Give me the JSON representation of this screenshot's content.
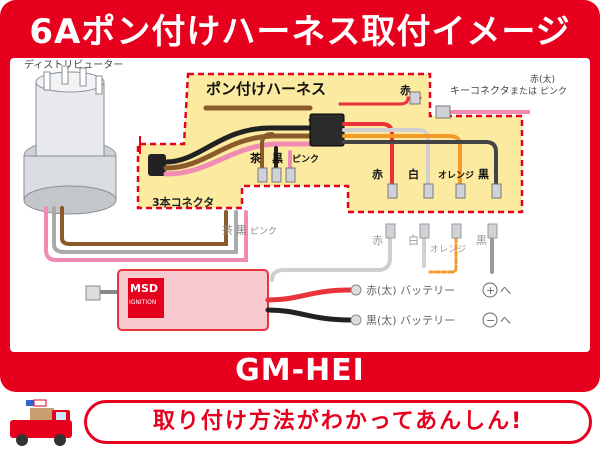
{
  "header": {
    "title": "6Aポン付けハーネス取付イメージ"
  },
  "diagram": {
    "distributor_label": "ディストリビューター",
    "harness_label": "ポン付けハーネス",
    "red_wire_label": "赤",
    "key_connector_label": "キーコネクタ",
    "key_wire_label_1": "赤(太)",
    "key_wire_label_2": "または",
    "key_wire_label_3": "ピンク",
    "connector3_label": "3本コネクタ",
    "harness_wires": [
      "茶",
      "黒",
      "ピンク"
    ],
    "dist_wires": [
      "茶",
      "黒",
      "ピンク"
    ],
    "right_wires": [
      "赤",
      "白",
      "オレンジ",
      "黒"
    ],
    "box_wires": [
      "赤",
      "白",
      "オレンジ",
      "黒"
    ],
    "msd_logo": "MSD",
    "msd_sub": "IGNITION",
    "battery_plus_label": "赤(太) バッテリー",
    "battery_minus_label": "黒(太) バッテリー",
    "plus_symbol": "+",
    "minus_symbol": "−",
    "arrow_label": "へ"
  },
  "footer": {
    "model": "GM-HEI",
    "slogan": "取り付け方法がわかってあんしん!"
  },
  "colors": {
    "frame": "#e6001d",
    "harness_area": "#fbeaa0",
    "wire_red": "#e8333a",
    "wire_brown": "#8a5a2b",
    "wire_pink": "#f08cb4",
    "wire_orange": "#f39a2b",
    "wire_black": "#222222",
    "wire_white": "#ffffff"
  }
}
